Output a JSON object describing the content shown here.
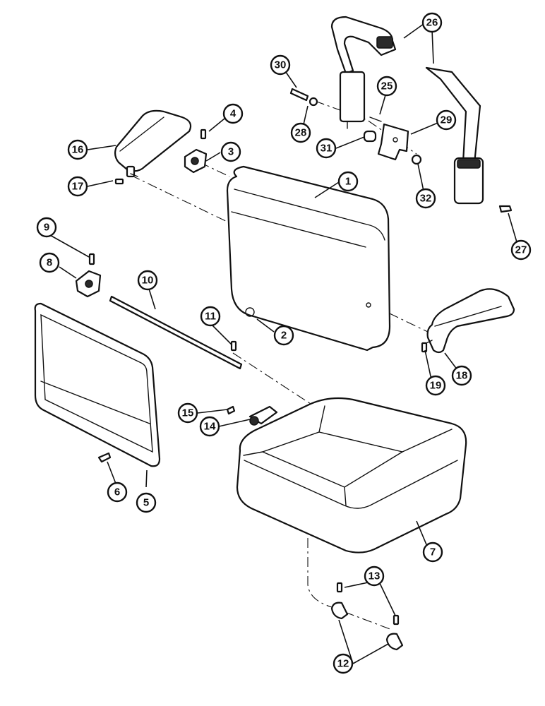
{
  "callouts": [
    {
      "id": "c1",
      "label": "1"
    },
    {
      "id": "c2",
      "label": "2"
    },
    {
      "id": "c3",
      "label": "3"
    },
    {
      "id": "c4",
      "label": "4"
    },
    {
      "id": "c5",
      "label": "5"
    },
    {
      "id": "c6",
      "label": "6"
    },
    {
      "id": "c7",
      "label": "7"
    },
    {
      "id": "c8",
      "label": "8"
    },
    {
      "id": "c9",
      "label": "9"
    },
    {
      "id": "c10",
      "label": "10"
    },
    {
      "id": "c11",
      "label": "11"
    },
    {
      "id": "c12",
      "label": "12"
    },
    {
      "id": "c13",
      "label": "13"
    },
    {
      "id": "c14",
      "label": "14"
    },
    {
      "id": "c15",
      "label": "15"
    },
    {
      "id": "c16",
      "label": "16"
    },
    {
      "id": "c17",
      "label": "17"
    },
    {
      "id": "c18",
      "label": "18"
    },
    {
      "id": "c19",
      "label": "19"
    },
    {
      "id": "c25",
      "label": "25"
    },
    {
      "id": "c26",
      "label": "26"
    },
    {
      "id": "c27",
      "label": "27"
    },
    {
      "id": "c28",
      "label": "28"
    },
    {
      "id": "c29",
      "label": "29"
    },
    {
      "id": "c30",
      "label": "30"
    },
    {
      "id": "c31",
      "label": "31"
    },
    {
      "id": "c32",
      "label": "32"
    }
  ]
}
